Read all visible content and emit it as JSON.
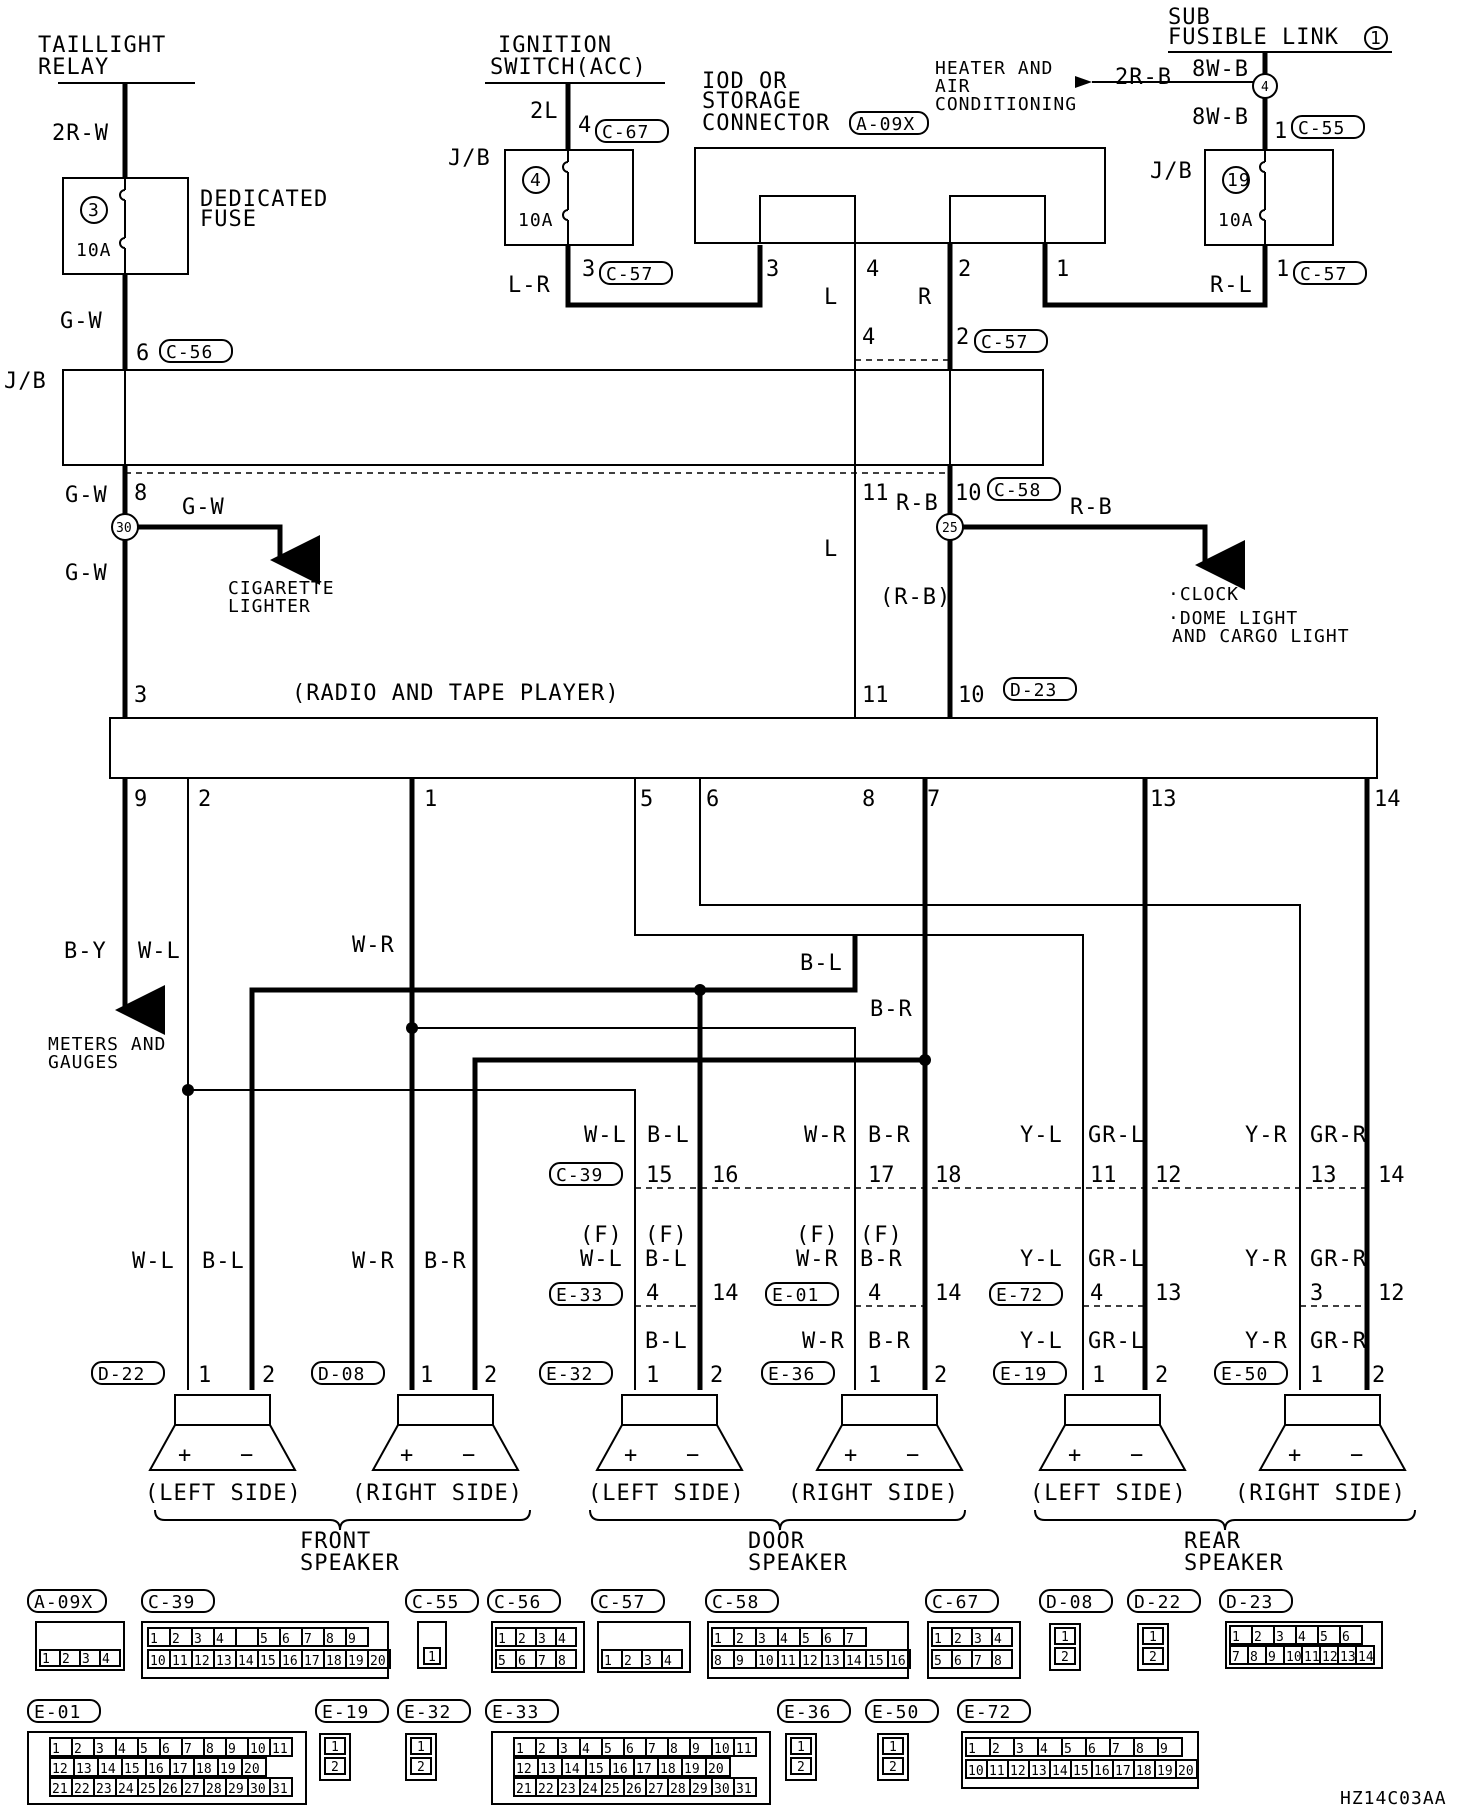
{
  "labels": {
    "taillight_relay_1": "TAILLIGHT",
    "taillight_relay_2": "RELAY",
    "ignition_1": "IGNITION",
    "ignition_2": "SWITCH(ACC)",
    "sub_fusible_1": "SUB",
    "sub_fusible_2": "FUSIBLE LINK",
    "sub_fusible_num": "1",
    "heater_1": "HEATER AND",
    "heater_2": "AIR",
    "heater_3": "CONDITIONING",
    "iod_1": "IOD OR",
    "iod_2": "STORAGE",
    "iod_3": "CONNECTOR",
    "dedicated_1": "DEDICATED",
    "dedicated_2": "FUSE",
    "jb": "J/B",
    "radio": "(RADIO AND TAPE PLAYER)",
    "cigarette_1": "CIGARETTE",
    "cigarette_2": "LIGHTER",
    "clock": "·CLOCK",
    "dome_1": "·DOME LIGHT",
    "dome_2": "AND CARGO LIGHT",
    "meters_1": "METERS AND",
    "meters_2": "GAUGES",
    "left_side": "(LEFT SIDE)",
    "right_side": "(RIGHT SIDE)",
    "front_1": "FRONT",
    "front_2": "SPEAKER",
    "door_1": "DOOR",
    "door_2": "SPEAKER",
    "rear_1": "REAR",
    "rear_2": "SPEAKER",
    "code": "HZ14C03AA",
    "fuse_10a": "10A",
    "fuse3": "3",
    "fuse4": "4",
    "fuse19": "19",
    "splice4": "4",
    "splice30": "30",
    "splice25": "25",
    "f_tag": "(F)",
    "plus": "+",
    "minus": "−"
  },
  "connectors": {
    "c67": "C-67",
    "c57": "C-57",
    "c55": "C-55",
    "a09x": "A-09X",
    "c56": "C-56",
    "c58": "C-58",
    "d23": "D-23",
    "c39": "C-39",
    "e33": "E-33",
    "e01": "E-01",
    "e72": "E-72",
    "d22": "D-22",
    "d08": "D-08",
    "e32": "E-32",
    "e36": "E-36",
    "e19": "E-19",
    "e50": "E-50"
  },
  "wires": {
    "r2w": "2R-W",
    "gw": "G-W",
    "l2": "2L",
    "lr": "L-R",
    "l": "L",
    "r": "R",
    "rl": "R-L",
    "r2b": "2R-B",
    "w8b": "8W-B",
    "rb": "R-B",
    "rb_paren": "(R-B)",
    "by": "B-Y",
    "wl": "W-L",
    "wr": "W-R",
    "bl": "B-L",
    "br": "B-R",
    "yl": "Y-L",
    "grl": "GR-L",
    "yr": "Y-R",
    "grr": "GR-R"
  },
  "pins": {
    "p1": "1",
    "p2": "2",
    "p3": "3",
    "p4": "4",
    "p5": "5",
    "p6": "6",
    "p7": "7",
    "p8": "8",
    "p9": "9",
    "p10": "10",
    "p11": "11",
    "p12": "12",
    "p13": "13",
    "p14": "14",
    "p15": "15",
    "p16": "16",
    "p17": "17",
    "p18": "18"
  },
  "connector_views": {
    "c39_row1": [
      "1",
      "2",
      "3",
      "4",
      "",
      "5",
      "6",
      "7",
      "8",
      "9"
    ],
    "c39_row2": [
      "10",
      "11",
      "12",
      "13",
      "14",
      "15",
      "16",
      "17",
      "18",
      "19",
      "20"
    ],
    "c56": [
      "1",
      "2",
      "3",
      "4",
      "5",
      "6",
      "7",
      "8"
    ],
    "c57": [
      "1",
      "2",
      "3",
      "4"
    ],
    "a09x": [
      "1",
      "2",
      "3",
      "4"
    ],
    "c58_row1": [
      "1",
      "2",
      "3",
      "4",
      "5",
      "6",
      "7"
    ],
    "c58_row2": [
      "8",
      "9",
      "10",
      "11",
      "12",
      "13",
      "14",
      "15",
      "16"
    ],
    "c67": [
      "1",
      "2",
      "3",
      "4",
      "5",
      "6",
      "7",
      "8"
    ],
    "d23_row1": [
      "1",
      "2",
      "3",
      "4",
      "5",
      "6"
    ],
    "d23_row2": [
      "7",
      "8",
      "9",
      "10",
      "11",
      "12",
      "13",
      "14"
    ],
    "e01_row1": [
      "1",
      "2",
      "3",
      "4",
      "5",
      "6",
      "7",
      "8",
      "9",
      "10",
      "11"
    ],
    "e01_row2": [
      "12",
      "13",
      "14",
      "15",
      "16",
      "17",
      "18",
      "19",
      "20"
    ],
    "e01_row3": [
      "21",
      "22",
      "23",
      "24",
      "25",
      "26",
      "27",
      "28",
      "29",
      "30",
      "31"
    ],
    "e72_row1": [
      "1",
      "2",
      "3",
      "4",
      "5",
      "6",
      "7",
      "8",
      "9"
    ],
    "e72_row2": [
      "10",
      "11",
      "12",
      "13",
      "14",
      "15",
      "16",
      "17",
      "18",
      "19",
      "20"
    ]
  }
}
